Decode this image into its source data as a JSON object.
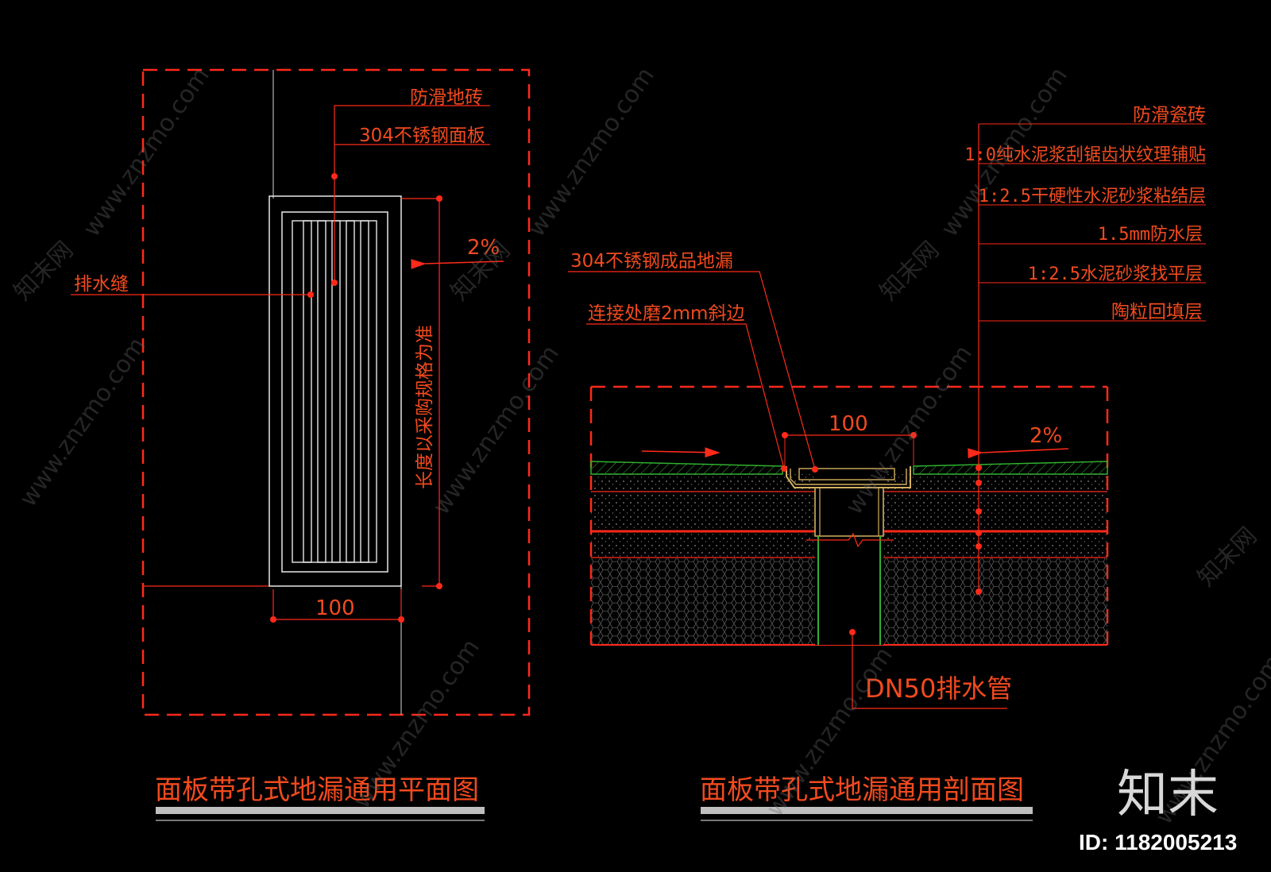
{
  "plan": {
    "labels": {
      "anti_slip_tile": "防滑地砖",
      "steel_panel": "304不锈钢面板",
      "drain_slot": "排水缝",
      "slope": "2%",
      "length_note": "长度以采购规格为准",
      "width_dim": "100"
    },
    "title": "面板带孔式地漏通用平面图"
  },
  "section": {
    "layers": [
      "防滑瓷砖",
      "1:0纯水泥浆刮锯齿状纹理铺贴",
      "1:2.5干硬性水泥砂浆粘结层",
      "1.5mm防水层",
      "1:2.5水泥砂浆找平层",
      "陶粒回填层"
    ],
    "labels": {
      "drain_product": "304不锈钢成品地漏",
      "bevel": "连接处磨2mm斜边",
      "width_dim": "100",
      "slope": "2%",
      "pipe": "DN50排水管"
    },
    "title": "面板带孔式地漏通用剖面图"
  },
  "watermark": {
    "site": "www.znzmo.com",
    "brand_cn": "知末网"
  },
  "brand": {
    "logo_text": "知末",
    "id_text": "ID: 1182005213"
  },
  "colors": {
    "background": "#000000",
    "annotation": "#f24a1e",
    "red_line": "#ff2a1a",
    "green_line": "#2fb02f",
    "gold_line": "#d4b060",
    "title_underline": "#bfbfbf"
  }
}
